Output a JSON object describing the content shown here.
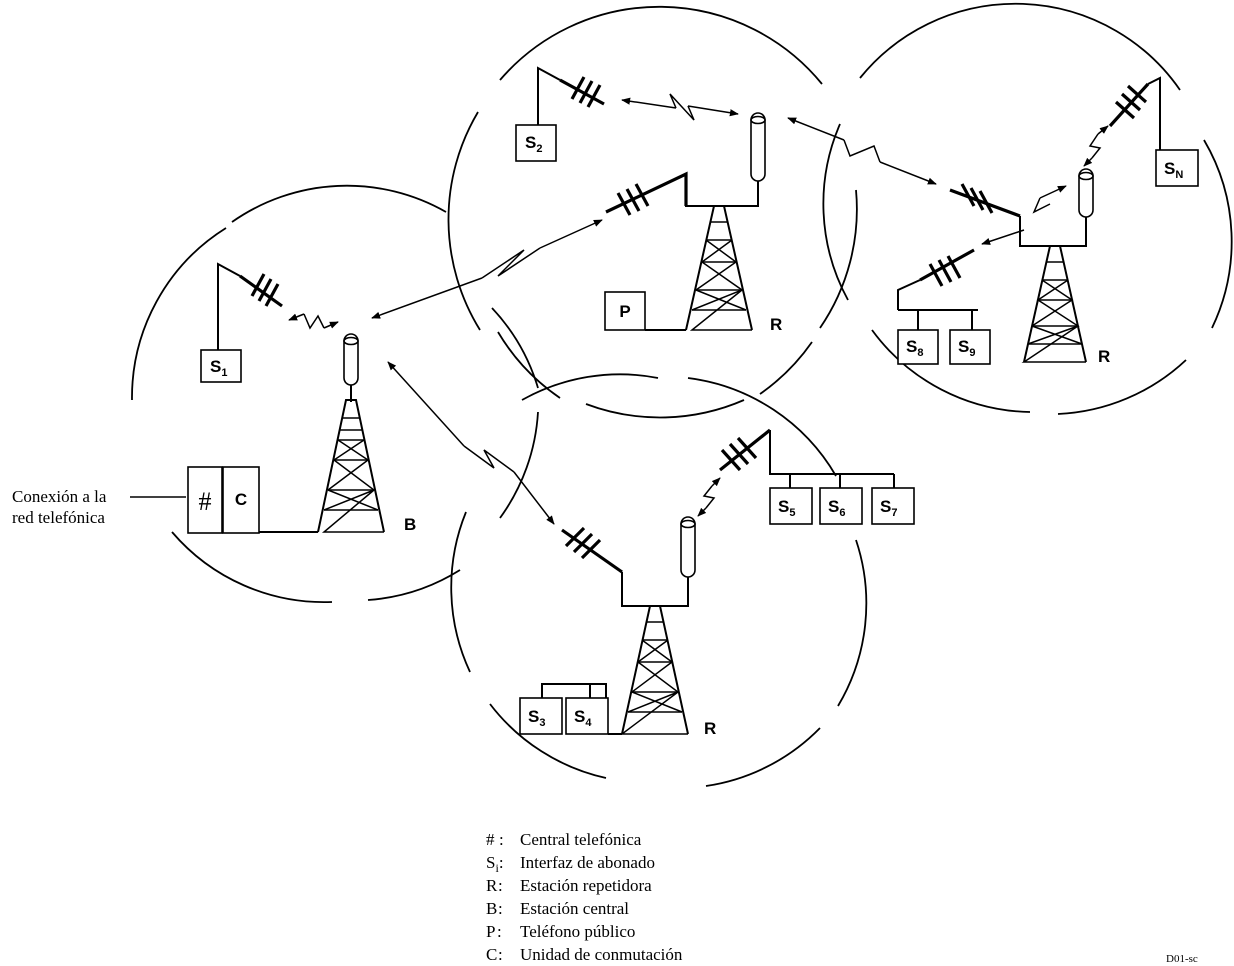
{
  "diagram": {
    "stations": {
      "central": "B",
      "repeater_top": "R",
      "repeater_right": "R",
      "repeater_bottom": "R"
    },
    "subscribers": {
      "s1": {
        "base": "S",
        "sub": "1"
      },
      "s2": {
        "base": "S",
        "sub": "2"
      },
      "s3": {
        "base": "S",
        "sub": "3"
      },
      "s4": {
        "base": "S",
        "sub": "4"
      },
      "s5": {
        "base": "S",
        "sub": "5"
      },
      "s6": {
        "base": "S",
        "sub": "6"
      },
      "s7": {
        "base": "S",
        "sub": "7"
      },
      "s8": {
        "base": "S",
        "sub": "8"
      },
      "s9": {
        "base": "S",
        "sub": "9"
      },
      "sn": {
        "base": "S",
        "sub": "N"
      }
    },
    "public_phone": "P",
    "exchange_symbol": "#",
    "switching_symbol": "C",
    "connection_label_1": "Conexión a la",
    "connection_label_2": "red telefónica",
    "figure_code": "D01-sc"
  },
  "legend": [
    {
      "key": "#",
      "key_sub": "",
      "text": "Central telefónica"
    },
    {
      "key": "S",
      "key_sub": "i",
      "text": "Interfaz de abonado"
    },
    {
      "key": "R",
      "key_sub": "",
      "text": "Estación repetidora"
    },
    {
      "key": "B",
      "key_sub": "",
      "text": "Estación central"
    },
    {
      "key": "P",
      "key_sub": "",
      "text": "Teléfono público"
    },
    {
      "key": "C",
      "key_sub": "",
      "text": "Unidad de conmutación"
    }
  ]
}
